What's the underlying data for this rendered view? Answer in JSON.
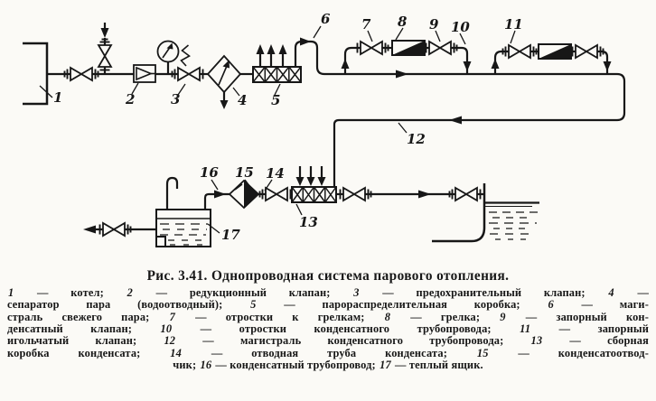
{
  "figure": {
    "title": "Рис. 3.41. Однопроводная система парового отопления.",
    "legend_lines": [
      "1 — котел; 2 — редукционный клапан; 3 — предохранительный клапан; 4 —",
      "сепаратор пара (водоотводный); 5 — парораспределительная коробка; 6 — маги-",
      "страль свежего пара; 7 — отростки к грелкам; 8 — грелка; 9 — запорный кон-",
      "денсатный клапан; 10 — отростки конденсатного трубопровода; 11 — запорный",
      "игольчатый клапан; 12 — магистраль конденсатного трубопровода; 13 — сборная",
      "коробка конденсата; 14 — отводная труба конденсата; 15 — конденсатоотвод-",
      "чик; 16 — конденсатный трубопровод; 17 — теплый ящик."
    ]
  },
  "diagram": {
    "labels": {
      "n1": "1",
      "n2": "2",
      "n3": "3",
      "n4": "4",
      "n5": "5",
      "n6": "6",
      "n7": "7",
      "n8": "8",
      "n9": "9",
      "n10": "10",
      "n11": "11",
      "n12": "12",
      "n13": "13",
      "n14": "14",
      "n15": "15",
      "n16": "16",
      "n17": "17"
    }
  },
  "colors": {
    "ink": "#171717",
    "paper": "#fbfaf6"
  }
}
